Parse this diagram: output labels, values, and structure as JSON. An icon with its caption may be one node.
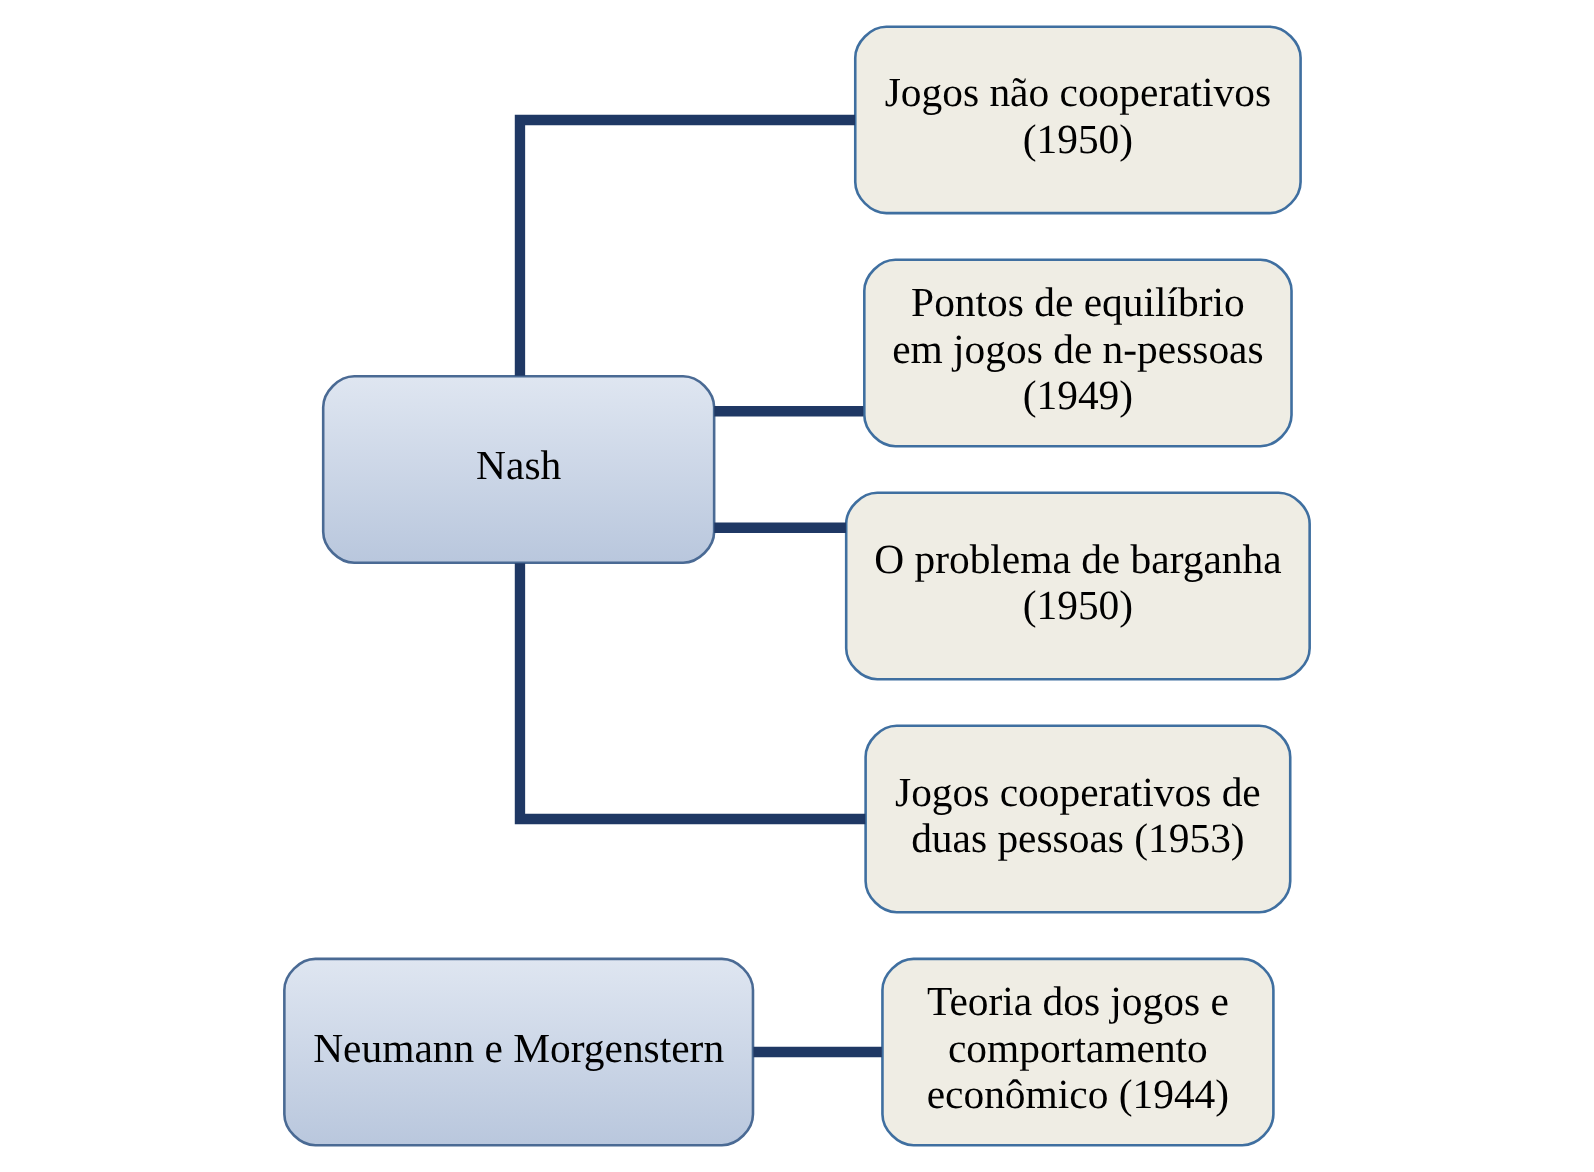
{
  "diagram": {
    "nodes": [
      {
        "text": [
          "Neumann e Morgenstern"
        ]
      },
      {
        "text": [
          "Teoria dos jogos e comportamento econômico (1944)"
        ]
      },
      {
        "text": [
          "Nash"
        ]
      },
      {
        "text": [
          "Jogos não cooperativos (1950)"
        ]
      },
      {
        "text": [
          "Pontos de equilíbrio em jogos de n-pessoas (1949)"
        ]
      },
      {
        "text": [
          "O problema de barganha (1950)"
        ]
      },
      {
        "text": [
          "Jogos cooperativos de duas pessoas (1953)"
        ]
      }
    ],
    "edges": [
      {
        "from": 0,
        "to": 1,
        "arrow": "none"
      },
      {
        "from": 2,
        "to": 3,
        "arrow": "none"
      },
      {
        "from": 2,
        "to": 4,
        "arrow": "none"
      },
      {
        "from": 2,
        "to": 5,
        "arrow": "none"
      },
      {
        "from": 2,
        "to": 6,
        "arrow": "none"
      }
    ]
  }
}
